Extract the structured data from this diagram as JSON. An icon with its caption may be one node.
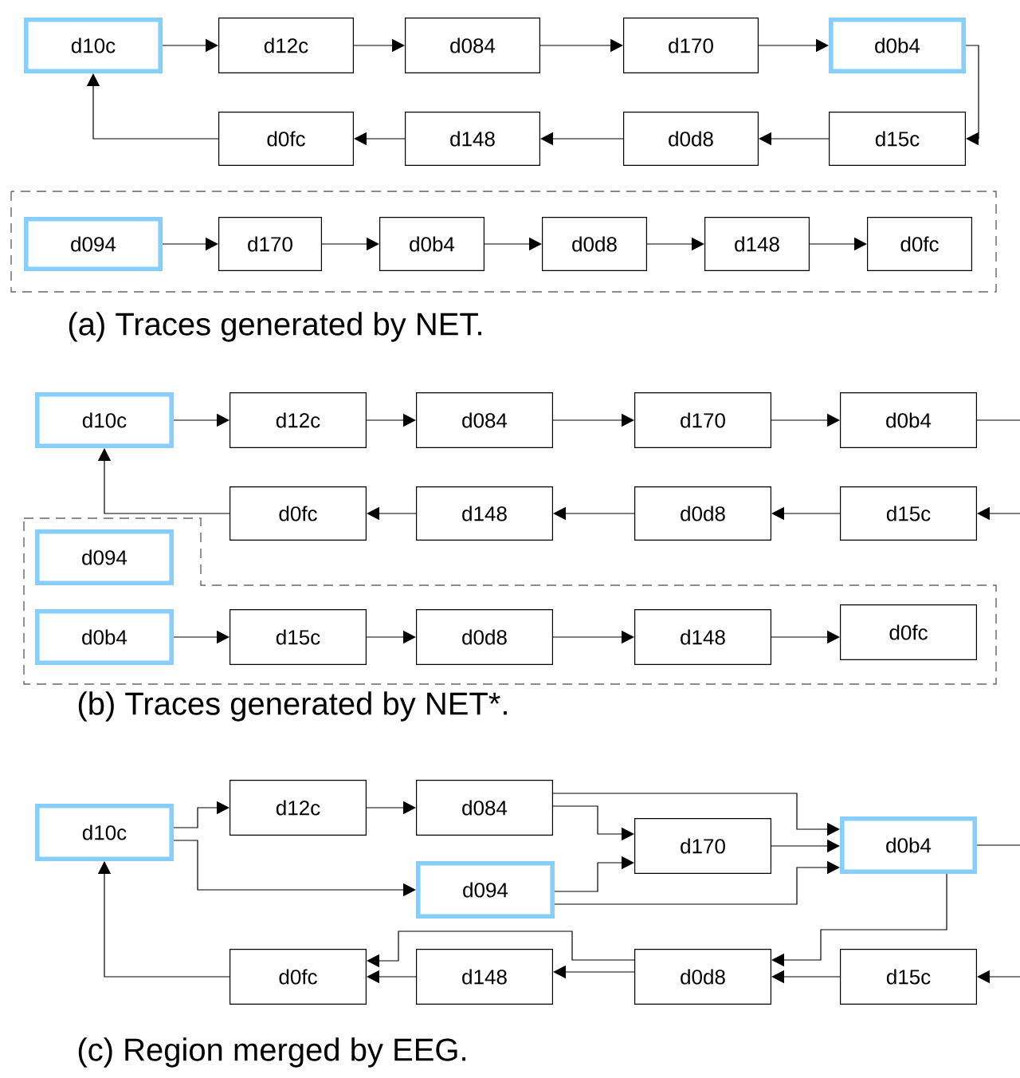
{
  "diagram": {
    "nodes": [
      {
        "text": [
          "d10c"
        ]
      },
      {
        "text": [
          "d12c"
        ]
      },
      {
        "text": [
          "d084"
        ]
      },
      {
        "text": [
          "d170"
        ]
      },
      {
        "text": [
          "d0b4"
        ]
      },
      {
        "text": [
          "d0fc"
        ]
      },
      {
        "text": [
          "d148"
        ]
      },
      {
        "text": [
          "d0d8"
        ]
      },
      {
        "text": [
          "d15c"
        ]
      },
      {
        "text": [
          "d094"
        ]
      },
      {
        "text": [
          "d170"
        ]
      },
      {
        "text": [
          "d0b4"
        ]
      },
      {
        "text": [
          "d0d8"
        ]
      },
      {
        "text": [
          "d148"
        ]
      },
      {
        "text": [
          "d0fc"
        ]
      },
      {
        "text": [
          "d10c"
        ]
      },
      {
        "text": [
          "d12c"
        ]
      },
      {
        "text": [
          "d084"
        ]
      },
      {
        "text": [
          "d170"
        ]
      },
      {
        "text": [
          "d0b4"
        ]
      },
      {
        "text": [
          "d0fc"
        ]
      },
      {
        "text": [
          "d148"
        ]
      },
      {
        "text": [
          "d0d8"
        ]
      },
      {
        "text": [
          "d15c"
        ]
      },
      {
        "text": [
          "d094"
        ]
      },
      {
        "text": [
          "d0b4"
        ]
      },
      {
        "text": [
          "d15c"
        ]
      },
      {
        "text": [
          "d0d8"
        ]
      },
      {
        "text": [
          "d148"
        ]
      },
      {
        "text": [
          "d0fc"
        ]
      },
      {
        "text": [
          "d10c"
        ]
      },
      {
        "text": [
          "d12c"
        ]
      },
      {
        "text": [
          "d084"
        ]
      },
      {
        "text": [
          "d170"
        ]
      },
      {
        "text": [
          "d094"
        ]
      },
      {
        "text": [
          "d0b4"
        ]
      },
      {
        "text": [
          "d0fc"
        ]
      },
      {
        "text": [
          "d148"
        ]
      },
      {
        "text": [
          "d0d8"
        ]
      },
      {
        "text": [
          "d15c"
        ]
      }
    ],
    "edges": [
      {
        "from": 0,
        "to": 1,
        "arrow": "to"
      },
      {
        "from": 1,
        "to": 2,
        "arrow": "to"
      },
      {
        "from": 2,
        "to": 3,
        "arrow": "to"
      },
      {
        "from": 3,
        "to": 4,
        "arrow": "to"
      },
      {
        "from": 4,
        "to": 8,
        "arrow": "to"
      },
      {
        "from": 8,
        "to": 7,
        "arrow": "to"
      },
      {
        "from": 7,
        "to": 6,
        "arrow": "to"
      },
      {
        "from": 6,
        "to": 5,
        "arrow": "to"
      },
      {
        "from": 5,
        "to": 0,
        "arrow": "to"
      },
      {
        "from": 9,
        "to": 10,
        "arrow": "to"
      },
      {
        "from": 10,
        "to": 11,
        "arrow": "to"
      },
      {
        "from": 11,
        "to": 12,
        "arrow": "to"
      },
      {
        "from": 12,
        "to": 13,
        "arrow": "to"
      },
      {
        "from": 13,
        "to": 14,
        "arrow": "to"
      },
      {
        "from": 15,
        "to": 16,
        "arrow": "to"
      },
      {
        "from": 16,
        "to": 17,
        "arrow": "to"
      },
      {
        "from": 17,
        "to": 18,
        "arrow": "to"
      },
      {
        "from": 18,
        "to": 19,
        "arrow": "to"
      },
      {
        "from": 19,
        "to": null,
        "arrow": "none"
      },
      {
        "from": null,
        "to": 23,
        "arrow": "to"
      },
      {
        "from": 23,
        "to": 22,
        "arrow": "to"
      },
      {
        "from": 22,
        "to": 21,
        "arrow": "to"
      },
      {
        "from": 21,
        "to": 20,
        "arrow": "to"
      },
      {
        "from": 20,
        "to": 15,
        "arrow": "to"
      },
      {
        "from": 25,
        "to": 26,
        "arrow": "to"
      },
      {
        "from": 26,
        "to": 27,
        "arrow": "to"
      },
      {
        "from": 27,
        "to": 28,
        "arrow": "to"
      },
      {
        "from": 28,
        "to": 29,
        "arrow": "to"
      },
      {
        "from": 30,
        "to": 31,
        "arrow": "to"
      },
      {
        "from": 30,
        "to": 34,
        "arrow": "to"
      },
      {
        "from": 31,
        "to": 32,
        "arrow": "to"
      },
      {
        "from": 32,
        "to": 35,
        "arrow": "to"
      },
      {
        "from": 32,
        "to": 33,
        "arrow": "to"
      },
      {
        "from": 34,
        "to": 33,
        "arrow": "to"
      },
      {
        "from": 34,
        "to": 35,
        "arrow": "to"
      },
      {
        "from": 33,
        "to": 35,
        "arrow": "to"
      },
      {
        "from": 35,
        "to": null,
        "arrow": "none"
      },
      {
        "from": 35,
        "to": 38,
        "arrow": "to"
      },
      {
        "from": null,
        "to": 39,
        "arrow": "to"
      },
      {
        "from": 39,
        "to": 38,
        "arrow": "to"
      },
      {
        "from": 38,
        "to": 37,
        "arrow": "to"
      },
      {
        "from": 38,
        "to": 36,
        "arrow": "to"
      },
      {
        "from": 37,
        "to": 36,
        "arrow": "to"
      },
      {
        "from": 36,
        "to": 30,
        "arrow": "to"
      }
    ],
    "labels": [
      "(a) Traces generated by NET.",
      "(b) Traces generated by NET*.",
      "(c) Region merged by EEG."
    ]
  }
}
